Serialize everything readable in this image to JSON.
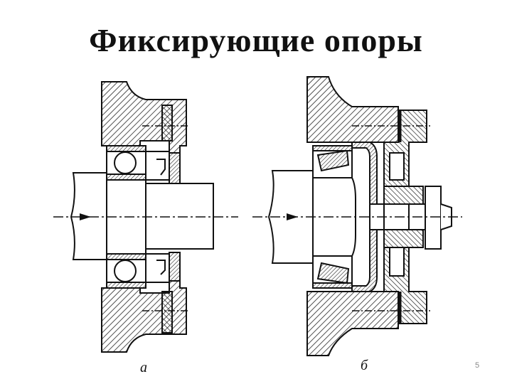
{
  "title": "Фиксирующие  опоры",
  "figures": [
    {
      "caption": "а"
    },
    {
      "caption": "б"
    }
  ],
  "page_number": "5",
  "colors": {
    "ink": "#111111",
    "hatch": "#222222",
    "background": "#ffffff"
  }
}
